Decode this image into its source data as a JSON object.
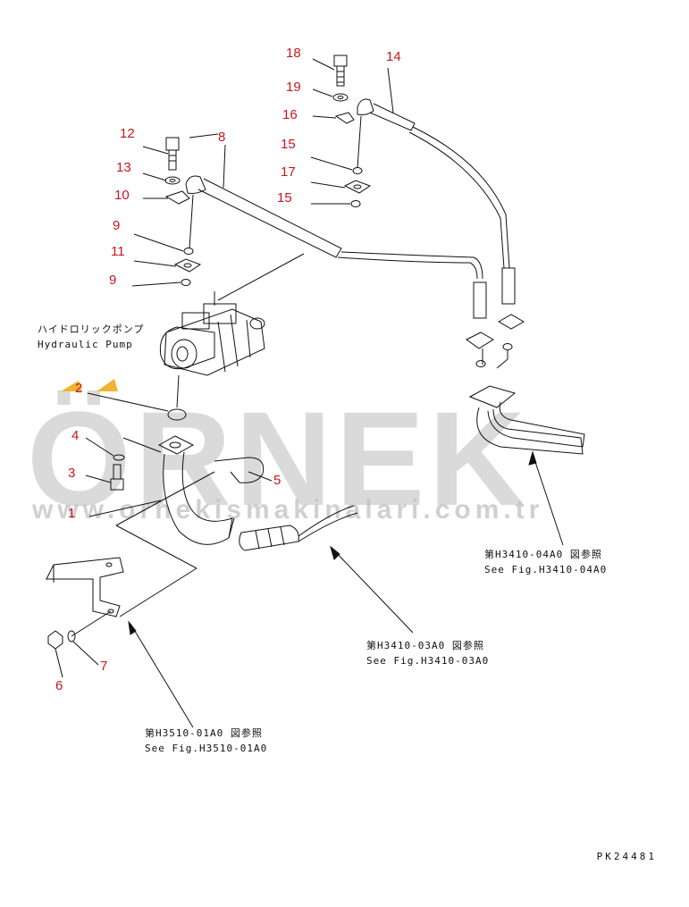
{
  "callouts": {
    "c1": "1",
    "c2": "2",
    "c3": "3",
    "c4": "4",
    "c5": "5",
    "c6": "6",
    "c7": "7",
    "c8": "8",
    "c9a": "9",
    "c9b": "9",
    "c10": "10",
    "c11": "11",
    "c12": "12",
    "c13": "13",
    "c14": "14",
    "c15a": "15",
    "c15b": "15",
    "c16": "16",
    "c17": "17",
    "c18": "18",
    "c19": "19"
  },
  "pump_label": {
    "jp": "ハイドロリックポンプ",
    "en": "Hydraulic Pump"
  },
  "refs": {
    "h3410_04": {
      "jp": "第H3410-04A0 図参照",
      "en": "See Fig.H3410-04A0"
    },
    "h3410_03": {
      "jp": "第H3410-03A0 図参照",
      "en": "See Fig.H3410-03A0"
    },
    "h3510_01": {
      "jp": "第H3510-01A0 図参照",
      "en": "See Fig.H3510-01A0"
    }
  },
  "watermark": {
    "brand": "ÖRNEK",
    "url": "www.ornekismakinalari.com.tr"
  },
  "page_code": "PK24481",
  "colors": {
    "callout": "#c8161d",
    "line": "#111111",
    "watermark": "#bdbdbd",
    "accent": "#f2b233"
  }
}
